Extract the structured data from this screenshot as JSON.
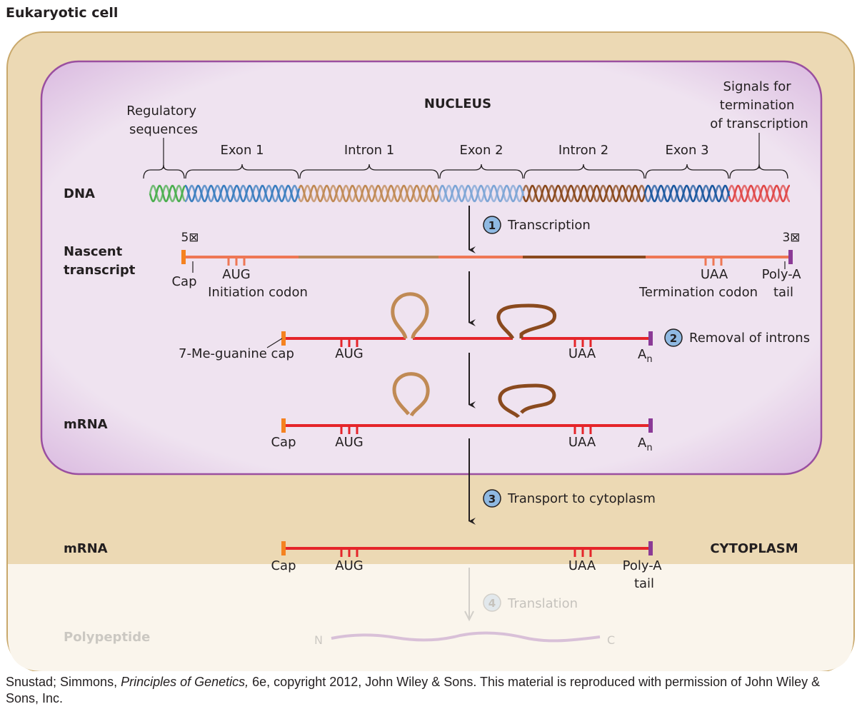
{
  "title": "Eukaryotic cell",
  "nucleus_label": "NUCLEUS",
  "cytoplasm_label": "CYTOPLASM",
  "regions": {
    "regulatory": [
      "Regulatory",
      "sequences"
    ],
    "exon1": "Exon 1",
    "intron1": "Intron 1",
    "exon2": "Exon 2",
    "intron2": "Intron 2",
    "exon3": "Exon 3",
    "termination_signals": [
      "Signals for",
      "termination",
      "of transcription"
    ]
  },
  "rows": {
    "dna": "DNA",
    "nascent": [
      "Nascent",
      "transcript"
    ],
    "mrna_nucleus": "mRNA",
    "mrna_cytoplasm": "mRNA",
    "polypeptide": "Polypeptide"
  },
  "steps": [
    {
      "num": "1",
      "label": "Transcription"
    },
    {
      "num": "2",
      "label": "Removal of introns"
    },
    {
      "num": "3",
      "label": "Transport to cytoplasm"
    },
    {
      "num": "4",
      "label": "Translation"
    }
  ],
  "labels": {
    "five_prime": "5⊠",
    "three_prime": "3⊠",
    "cap": "Cap",
    "aug": "AUG",
    "initiation_codon": "Initiation codon",
    "uaa": "UAA",
    "termination_codon": "Termination codon",
    "poly_a": "Poly-A",
    "tail": "tail",
    "seven_me_cap": "7-Me-guanine cap",
    "a_n": "A",
    "a_n_sub": "n",
    "n_term": "N",
    "c_term": "C"
  },
  "credit": {
    "prefix": "Snustad; Simmons, ",
    "book": "Principles of Genetics,",
    "suffix": " 6e, copyright 2012, John Wiley & Sons. This material is reproduced with permission of John Wiley & Sons, Inc."
  },
  "colors": {
    "cell_fill": "#ecd9b4",
    "cell_stroke": "#c9a86b",
    "nucleus_fill": "#ece0ee",
    "nucleus_stroke": "#9a4fa0",
    "regulatory_dna": "#4caf50",
    "exon_dna": "#3d7fc0",
    "intron1_dna": "#c08a55",
    "exon2_dna": "#7fa6d6",
    "intron2_dna": "#8a4a1e",
    "exon3_dna": "#1e5aa0",
    "termination_dna": "#e04a4a",
    "transcript": "#ee7755",
    "mrna": "#e5252a",
    "cap": "#f58220",
    "poly_a": "#8b3a96",
    "intron1_rna": "#c08a55",
    "intron2_rna": "#8a4a1e",
    "step_badge": "#8fb9e2",
    "polypeptide": "#c9a5d8"
  }
}
